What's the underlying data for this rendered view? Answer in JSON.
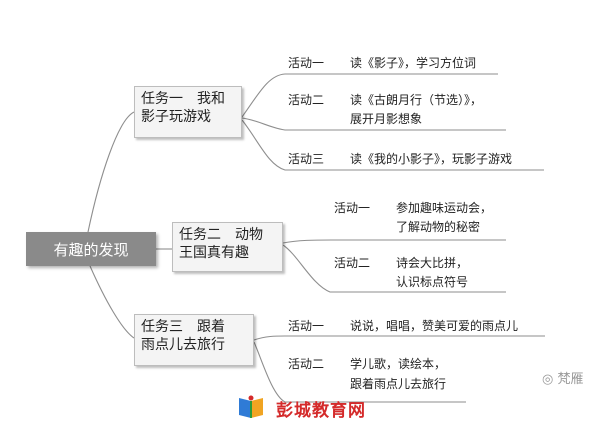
{
  "root": {
    "label": "有趣的发现"
  },
  "tasks": [
    {
      "line1": "任务一　我和",
      "line2": "影子玩游戏",
      "activities": [
        {
          "label": "活动一",
          "text": [
            "读《影子》，学习方位词"
          ]
        },
        {
          "label": "活动二",
          "text": [
            "读《古朗月行（节选）》，",
            "展开月影想象"
          ]
        },
        {
          "label": "活动三",
          "text": [
            "读《我的小影子》，玩影子游戏"
          ]
        }
      ]
    },
    {
      "line1": "任务二　动物",
      "line2": "王国真有趣",
      "activities": [
        {
          "label": "活动一",
          "text": [
            "参加趣味运动会，",
            "了解动物的秘密"
          ]
        },
        {
          "label": "活动二",
          "text": [
            "诗会大比拼，",
            "认识标点符号"
          ]
        }
      ]
    },
    {
      "line1": "任务三　跟着",
      "line2": "雨点儿去旅行",
      "activities": [
        {
          "label": "活动一",
          "text": [
            "说说，唱唱，赞美可爱的雨点儿"
          ]
        },
        {
          "label": "活动二",
          "text": [
            "学儿歌，读绘本，",
            "跟着雨点儿去旅行"
          ]
        }
      ]
    }
  ],
  "watermark": {
    "corner": "◎ 梵雁",
    "site": "彭城教育网"
  },
  "colors": {
    "root_bg": "#8a8a8a",
    "line": "#8e8e8e",
    "site_red": "#d42a2a"
  }
}
